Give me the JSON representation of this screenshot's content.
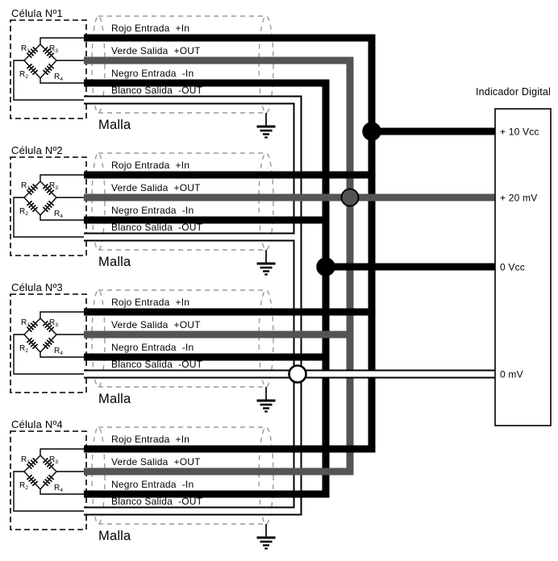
{
  "cells": [
    {
      "label": "Célula Nº1"
    },
    {
      "label": "Célula Nº2"
    },
    {
      "label": "Célula Nº3"
    },
    {
      "label": "Célula Nº4"
    }
  ],
  "bridge": {
    "resistors": [
      {
        "base": "R",
        "sub": "1",
        "pos": "top-left"
      },
      {
        "base": "R",
        "sub": "3",
        "pos": "top-right"
      },
      {
        "base": "R",
        "sub": "2",
        "pos": "bottom-left"
      },
      {
        "base": "R",
        "sub": "4",
        "pos": "bottom-right"
      }
    ]
  },
  "wires": [
    {
      "name": "rojo",
      "label": "Rojo Entrada  +In",
      "color": "#000000",
      "style": "solid"
    },
    {
      "name": "verde",
      "label": "Verde Salida  +OUT",
      "color": "#545454",
      "style": "solid"
    },
    {
      "name": "negro",
      "label": "Negro Entrada  -In",
      "color": "#000000",
      "style": "solid"
    },
    {
      "name": "blanco",
      "label": "Blanco Salida  -OUT",
      "color": "#ffffff",
      "style": "cased"
    }
  ],
  "shield_label": "Malla",
  "indicator": {
    "title": "Indicador Digital",
    "terminals": [
      {
        "label": "+ 10 Vcc",
        "wire": "rojo",
        "junction_dot": "black"
      },
      {
        "label": "+ 20 mV",
        "wire": "verde",
        "junction_dot": "gray"
      },
      {
        "label": "0 Vcc",
        "wire": "negro",
        "junction_dot": "black"
      },
      {
        "label": "0 mV",
        "wire": "blanco",
        "junction_dot": "white"
      }
    ]
  },
  "colors": {
    "black": "#000000",
    "verde_gray": "#545454",
    "white": "#ffffff",
    "sheath_dash": "#999999"
  }
}
